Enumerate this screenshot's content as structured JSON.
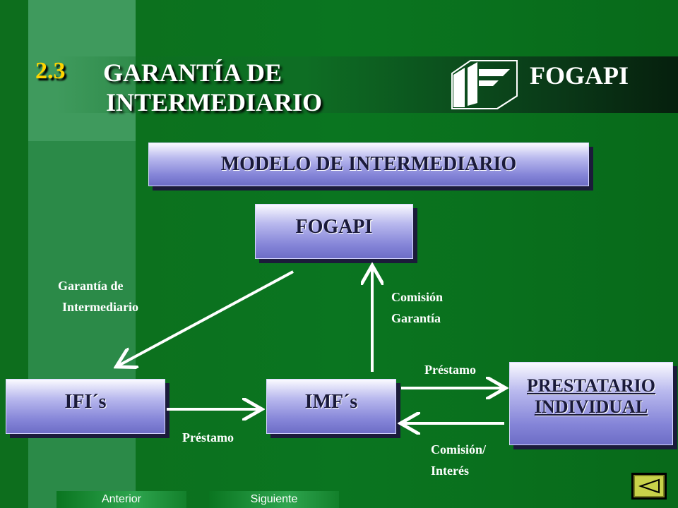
{
  "slide": {
    "number": "2.3",
    "title_line1": "GARANTÍA DE",
    "title_line2": "INTERMEDIARIO",
    "brand": "FOGAPI"
  },
  "diagram": {
    "header": "MODELO DE INTERMEDIARIO",
    "nodes": {
      "fogapi": "FOGAPI",
      "ifis": "IFI´s",
      "imfs": "IMF´s",
      "prestatario_line1": "PRESTATARIO",
      "prestatario_line2": "INDIVIDUAL"
    },
    "edges": {
      "garantia_line1": "Garantía de",
      "garantia_line2": "Intermediario",
      "comision_garantia_line1": "Comisión",
      "comision_garantia_line2": "Garantía",
      "prestamo_imf_prestatario": "Préstamo",
      "prestamo_ifi_imf": "Préstamo",
      "comision_interes_line1": "Comisión/",
      "comision_interes_line2": "Interés"
    }
  },
  "nav": {
    "previous": "Anterior",
    "next": "Siguiente",
    "back_icon": "back-triangle-icon"
  },
  "colors": {
    "background": "#0a7520",
    "title_number": "#ffd400",
    "box_fill": "#8585d8"
  }
}
